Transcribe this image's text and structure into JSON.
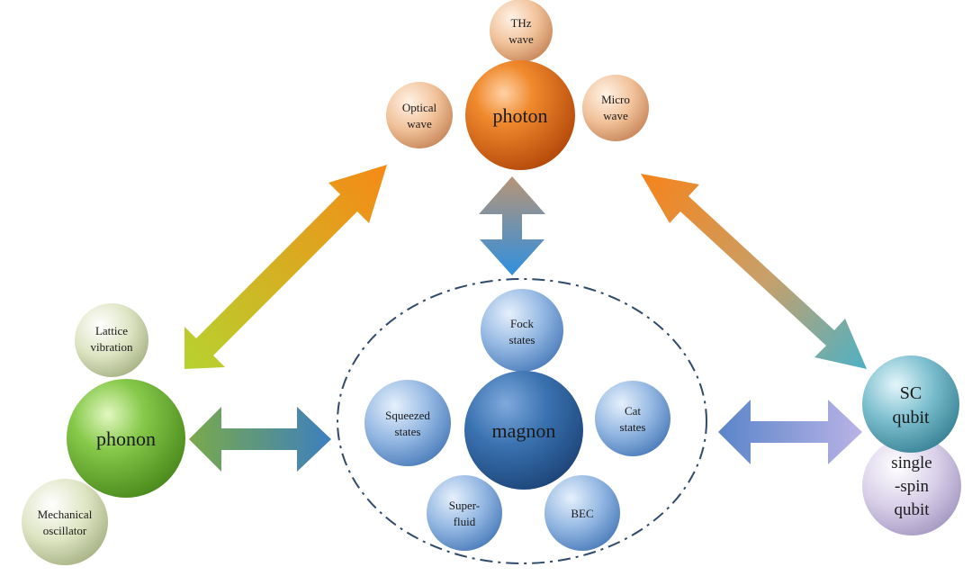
{
  "nodes": {
    "photon": "photon",
    "thz_wave": [
      "THz",
      "wave"
    ],
    "optical_wave": [
      "Optical",
      "wave"
    ],
    "micro_wave": [
      "Micro",
      "wave"
    ],
    "phonon": "phonon",
    "lattice_vibration": [
      "Lattice",
      "vibration"
    ],
    "mechanical_oscillator": [
      "Mechanical",
      "oscillator"
    ],
    "magnon": "magnon",
    "fock_states": [
      "Fock",
      "states"
    ],
    "squeezed_states": [
      "Squeezed",
      "states"
    ],
    "cat_states": [
      "Cat",
      "states"
    ],
    "superfluid": [
      "Super-",
      "fluid"
    ],
    "bec": "BEC",
    "sc_qubit": [
      "SC",
      "qubit"
    ],
    "single_spin_qubit": [
      "single",
      "-spin",
      "qubit"
    ]
  },
  "colors": {
    "photon": "#e8711c",
    "photon_satellite": "#f3c29a",
    "phonon": "#7cc43a",
    "phonon_satellite": "#dfe6c4",
    "magnon": "#2f6aa6",
    "magnon_satellite": "#8db3e0",
    "sc_qubit": "#6fb6c6",
    "single_spin_qubit": "#d6cde6",
    "dashed_boundary": "#2f4a6a"
  }
}
